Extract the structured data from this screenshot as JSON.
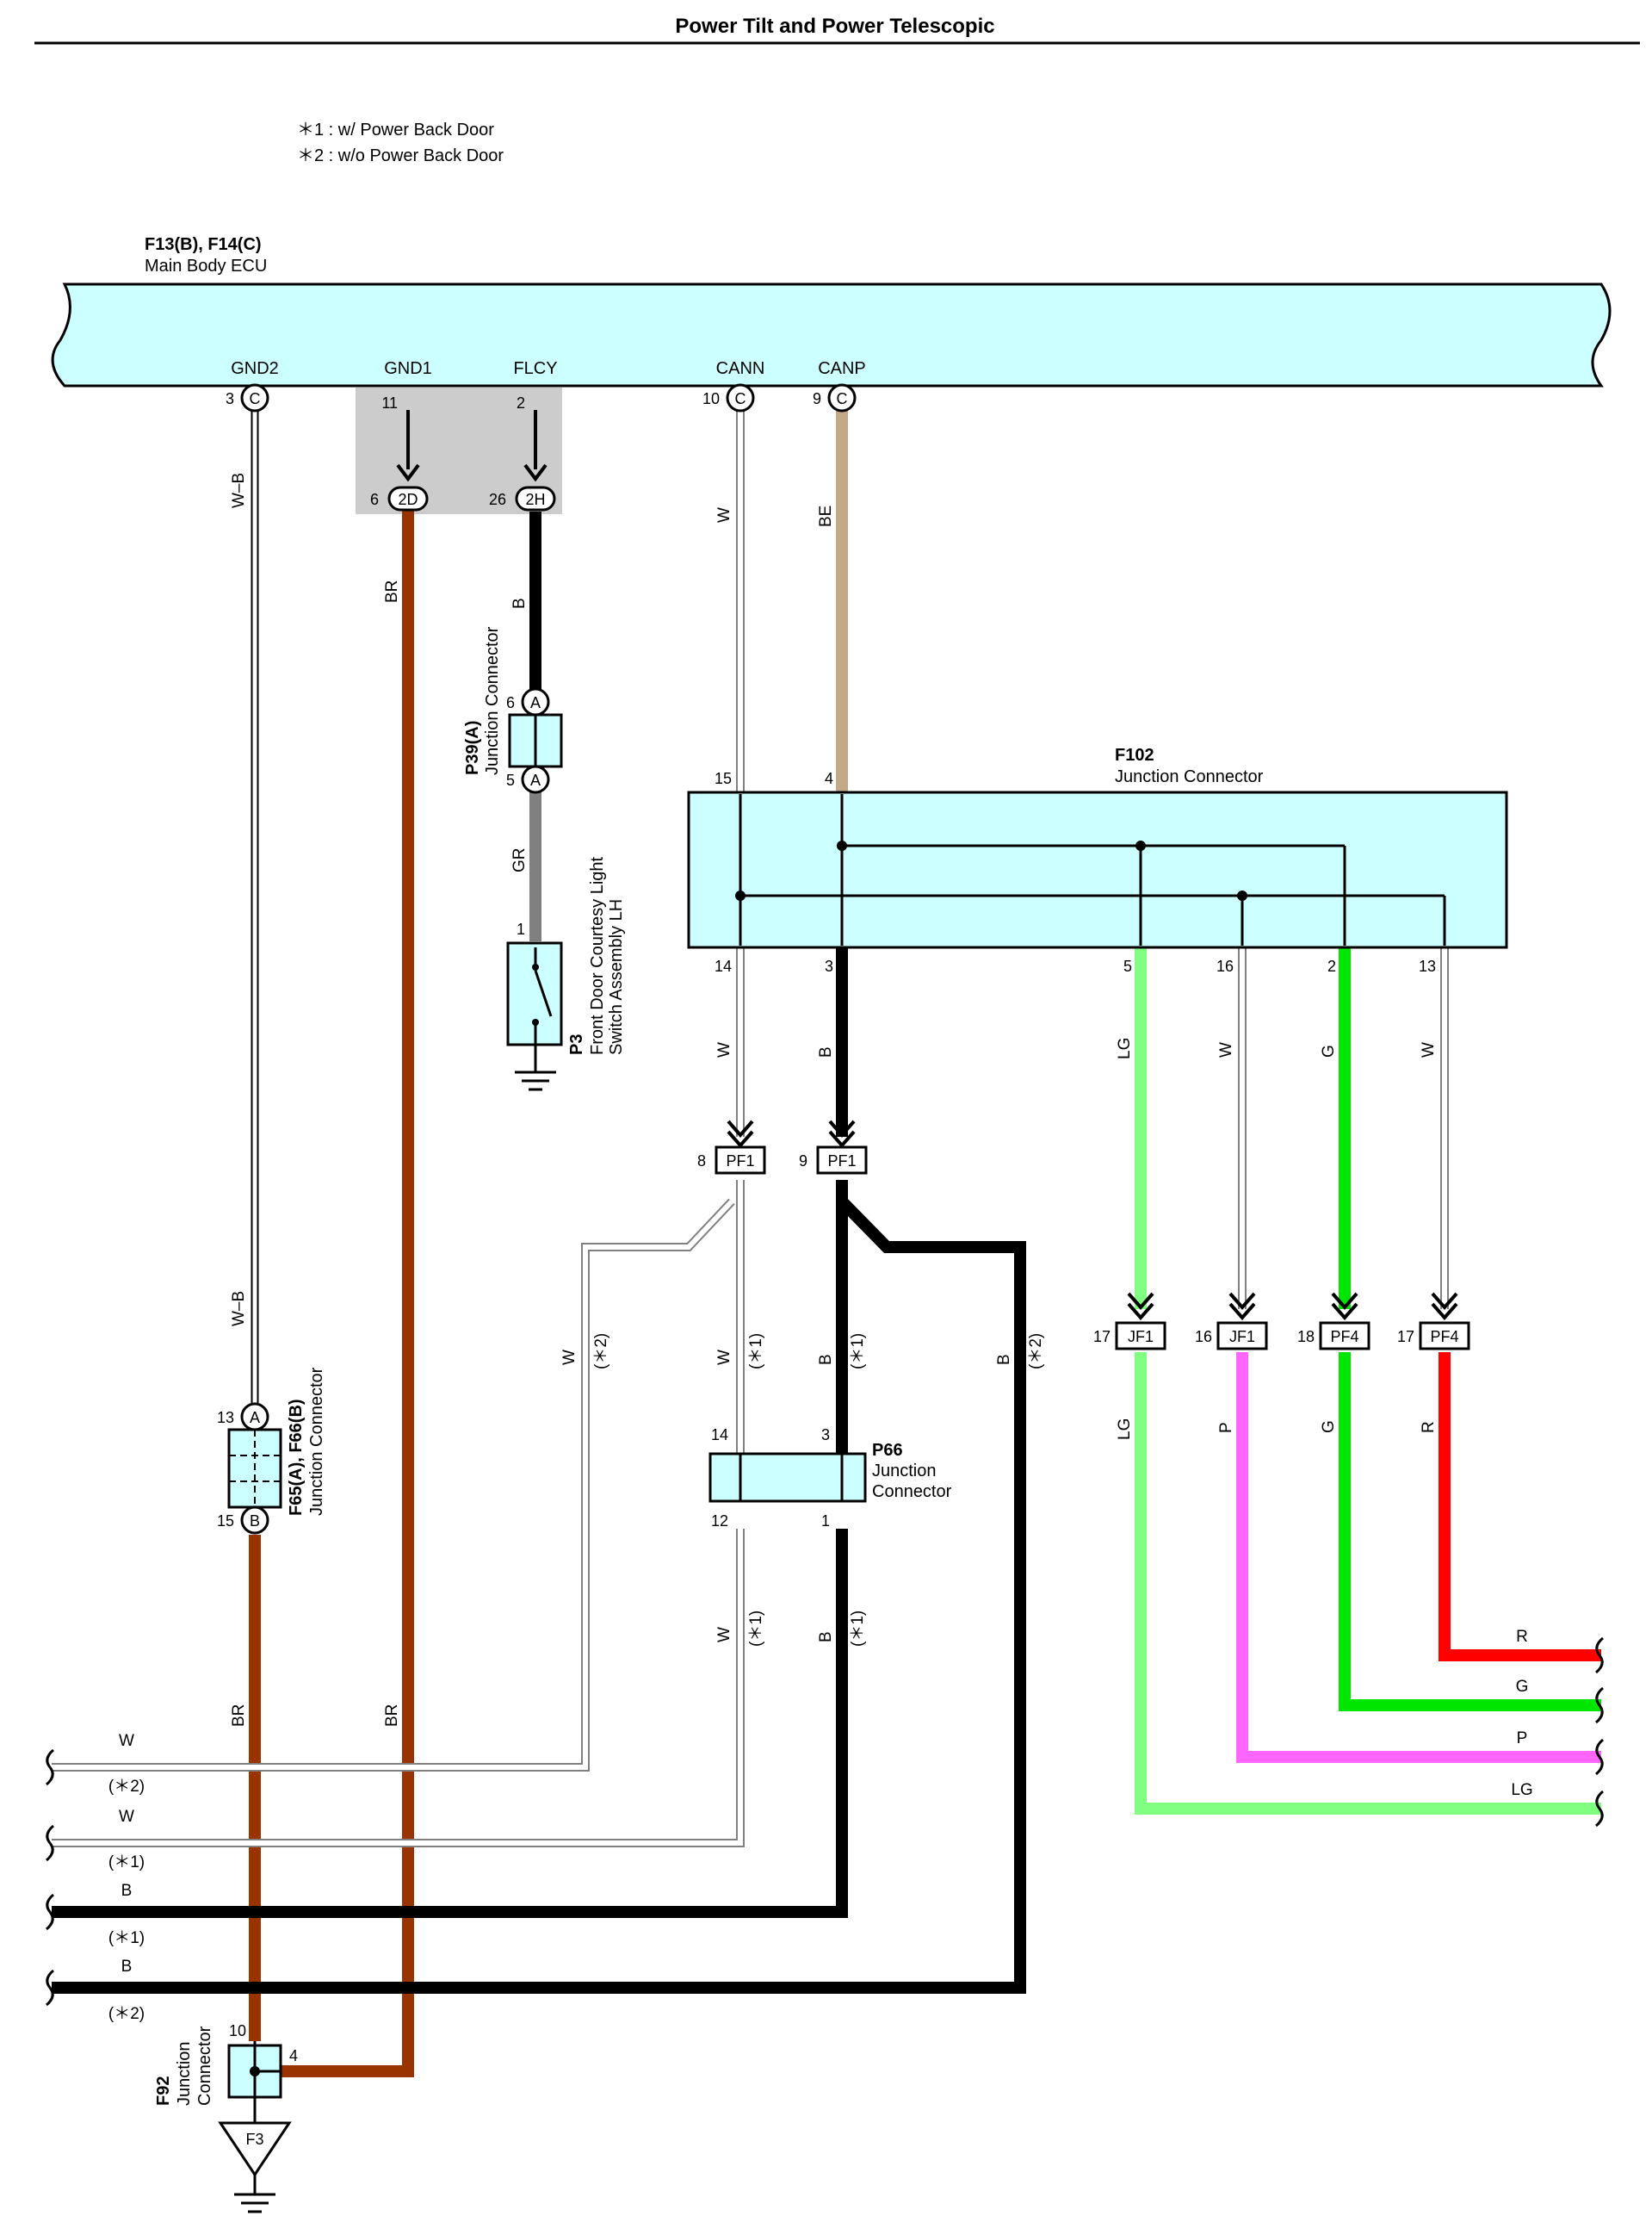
{
  "title": "Power Tilt and Power Telescopic",
  "notes": [
    "＊1 : w/ Power Back Door",
    "＊2 : w/o Power Back Door"
  ],
  "ecu": {
    "code": "F13(B), F14(C)",
    "name": "Main Body ECU",
    "terminals": [
      "GND2",
      "GND1",
      "FLCY",
      "CANN",
      "CANP"
    ]
  },
  "pins": {
    "gnd2": "3",
    "gnd1": "11",
    "flcy": "2",
    "cann": "10",
    "canp": "9",
    "c": "C",
    "gnd1_jp": "6",
    "flcy_jp": "26",
    "jp_2d": "2D",
    "jp_2h": "2H"
  },
  "p39": {
    "code": "P39(A)",
    "name": "Junction Connector",
    "pin_top": "6",
    "pin_bot": "5",
    "letter": "A"
  },
  "p3": {
    "code": "P3",
    "name_1": "Front Door Courtesy Light",
    "name_2": "Switch Assembly LH",
    "pin": "1"
  },
  "f102": {
    "code": "F102",
    "name": "Junction Connector",
    "top_pins": [
      "15",
      "4"
    ],
    "bottom_pins": [
      "14",
      "3",
      "5",
      "16",
      "2",
      "13"
    ]
  },
  "pf1": {
    "label": "PF1",
    "pin_w": "8",
    "pin_b": "9"
  },
  "jf1": {
    "label": "JF1",
    "pin_lg": "17",
    "pin_p": "16"
  },
  "pf4": {
    "label": "PF4",
    "pin_g": "18",
    "pin_r": "17"
  },
  "p66": {
    "code": "P66",
    "name_1": "Junction",
    "name_2": "Connector",
    "pins": [
      "14",
      "3",
      "12",
      "1"
    ]
  },
  "f65": {
    "code": "F65(A), F66(B)",
    "name": "Junction Connector",
    "pin_top": "13",
    "pin_bot": "15",
    "a": "A",
    "b": "B"
  },
  "f92": {
    "code": "F92",
    "name_1": "Junction",
    "name_2": "Connector",
    "pin_top": "10",
    "pin_right": "4"
  },
  "ground": {
    "label": "F3"
  },
  "wires": {
    "wb": "W–B",
    "br": "BR",
    "b": "B",
    "gr": "GR",
    "w": "W",
    "be": "BE",
    "lg": "LG",
    "g": "G",
    "p": "P",
    "r": "R"
  },
  "variants": {
    "v1": "(＊1)",
    "v2": "(＊2)"
  },
  "colors": {
    "connector_fill": "#ccffff",
    "shade": "#cccccc",
    "br": "#993300",
    "b": "#000000",
    "gr": "#808080",
    "be": "#c4a988",
    "lg": "#80ff80",
    "g": "#00e600",
    "p": "#ff66ff",
    "r": "#ff0000",
    "w_outline": "#808080"
  }
}
